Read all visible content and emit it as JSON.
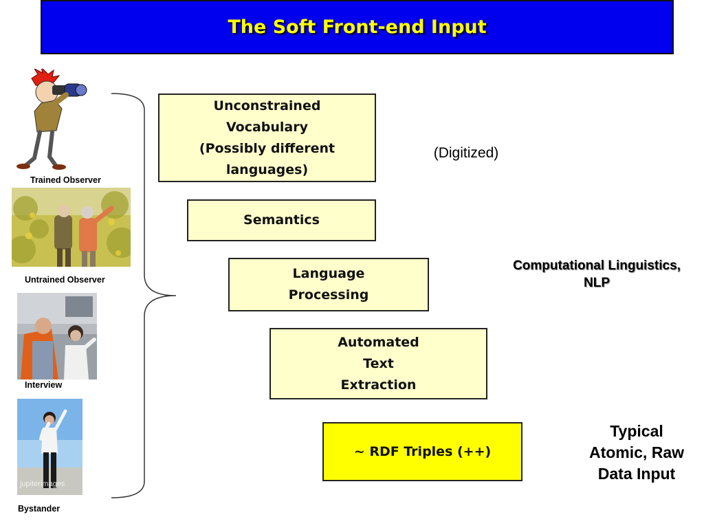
{
  "title": "The Soft Front-end Input",
  "observers": [
    {
      "label": "Trained Observer"
    },
    {
      "label": "Untrained Observer"
    },
    {
      "label": "Interview"
    },
    {
      "label": "Bystander",
      "watermark": "jupiterimages"
    }
  ],
  "boxes": [
    {
      "text": "Unconstrained\nVocabulary\n(Possibly different\nlanguages)"
    },
    {
      "text": "Semantics"
    },
    {
      "text": "Language\nProcessing"
    },
    {
      "text": "Automated\nText\nExtraction"
    },
    {
      "text": "~ RDF Triples (++)"
    }
  ],
  "notes": {
    "digitized": "(Digitized)",
    "nlp": "Computational Linguistics,\nNLP",
    "typical": "Typical\nAtomic, Raw\nData Input"
  },
  "colors": {
    "title_bg": "#0000ee",
    "title_text": "#ffff00",
    "box_bg": "#ffffcc",
    "box_highlight": "#ffff00"
  }
}
